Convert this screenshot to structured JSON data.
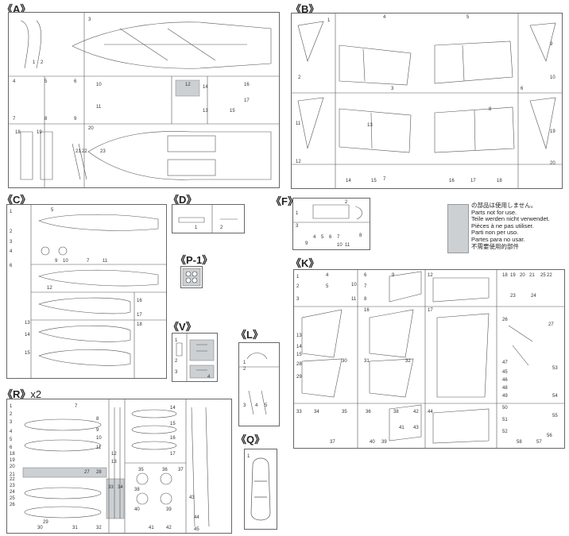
{
  "sprues": {
    "A": {
      "label": "A"
    },
    "B": {
      "label": "B"
    },
    "C": {
      "label": "C"
    },
    "D": {
      "label": "D"
    },
    "F": {
      "label": "F"
    },
    "P1": {
      "label": "P-1"
    },
    "V": {
      "label": "V"
    },
    "L": {
      "label": "L"
    },
    "R": {
      "label": "R",
      "multiplier": "x2"
    },
    "Q": {
      "label": "Q"
    },
    "K": {
      "label": "K"
    }
  },
  "legend": {
    "lines": [
      "の部品は使用しません。",
      "Parts not for use.",
      "Teile werden nicht verwendet.",
      "Pièces à ne pas utiliser.",
      "Parti non per uso.",
      "Partes para no usar.",
      "不需要使用的部件"
    ]
  },
  "colors": {
    "frame": "#666666",
    "unused": "#ccd0d3"
  }
}
